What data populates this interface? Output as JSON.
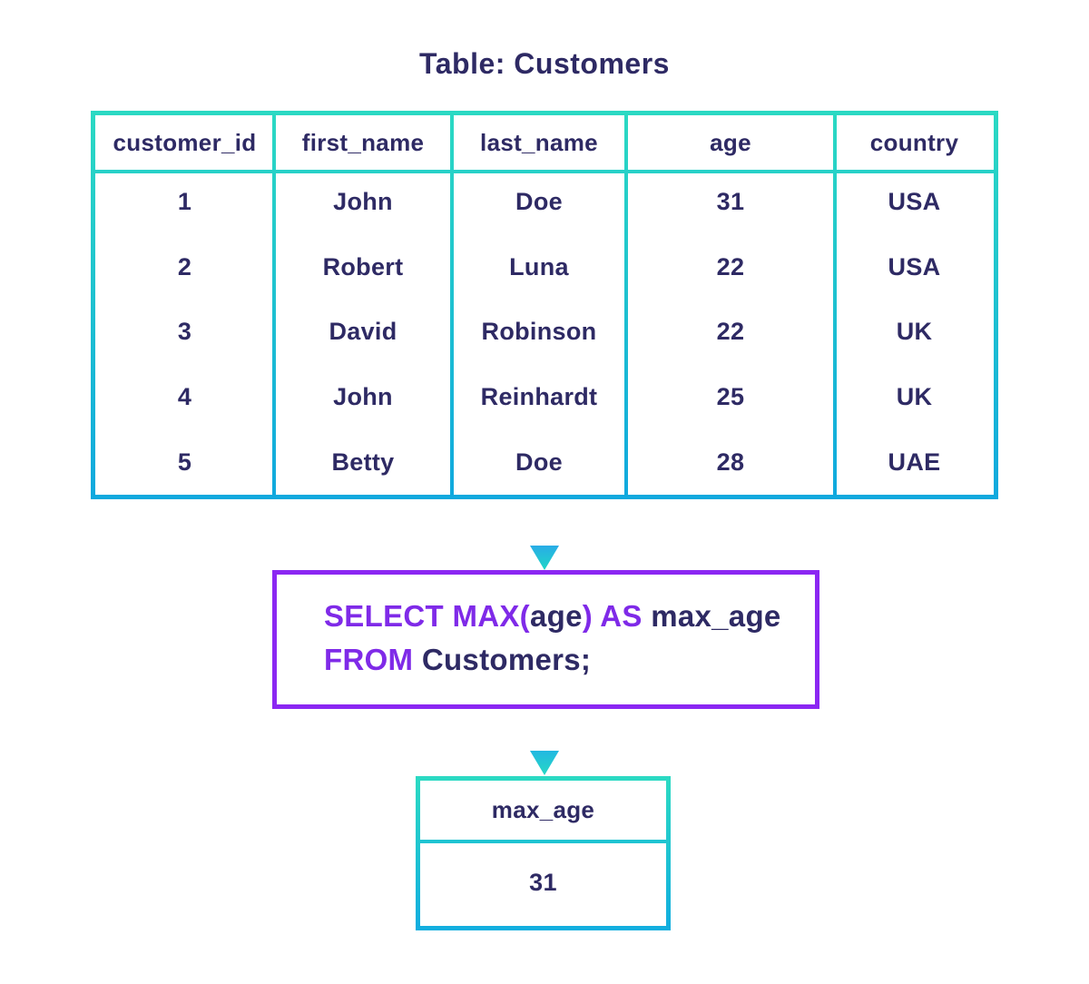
{
  "title": "Table: Customers",
  "colors": {
    "border_cyan_top": "#2BD9C3",
    "border_cyan_bottom": "#10A9DE",
    "sql_box_border": "#8B27F2",
    "sql_keyword": "#7F2AE8",
    "text_navy": "#2E2A64"
  },
  "customers_table": {
    "headers": [
      "customer_id",
      "first_name",
      "last_name",
      "age",
      "country"
    ],
    "rows": [
      [
        "1",
        "John",
        "Doe",
        "31",
        "USA"
      ],
      [
        "2",
        "Robert",
        "Luna",
        "22",
        "USA"
      ],
      [
        "3",
        "David",
        "Robinson",
        "22",
        "UK"
      ],
      [
        "4",
        "John",
        "Reinhardt",
        "25",
        "UK"
      ],
      [
        "5",
        "Betty",
        "Doe",
        "28",
        "UAE"
      ]
    ]
  },
  "sql_query": {
    "full_text": "SELECT MAX(age) AS max_age FROM Customers;",
    "line1_tokens": [
      {
        "text": "SELECT MAX(",
        "type": "keyword"
      },
      {
        "text": "age",
        "type": "identifier"
      },
      {
        "text": ")",
        "type": "keyword"
      },
      {
        "text": " ",
        "type": "plain"
      },
      {
        "text": "AS",
        "type": "keyword"
      },
      {
        "text": " max_age",
        "type": "identifier"
      }
    ],
    "line2_tokens": [
      {
        "text": "FROM",
        "type": "keyword"
      },
      {
        "text": " Customers;",
        "type": "identifier"
      }
    ]
  },
  "result_table": {
    "header": "max_age",
    "value": "31"
  }
}
